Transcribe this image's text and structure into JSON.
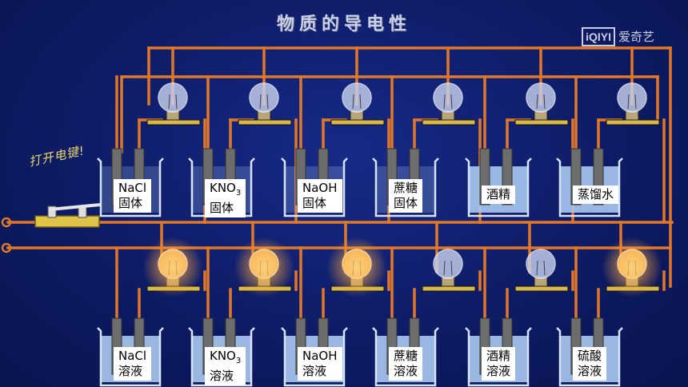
{
  "title": "物质的导电性",
  "logo": {
    "box_text": "iQIYI",
    "text": "爱奇艺"
  },
  "switch_label": "打开电键!",
  "top_row": [
    {
      "line1": "NaCl",
      "line2": "固体",
      "formula": false,
      "lit": false
    },
    {
      "line1": "KNO",
      "sub": "3",
      "line2": "固体",
      "formula": true,
      "lit": false
    },
    {
      "line1": "NaOH",
      "line2": "固体",
      "formula": false,
      "lit": false
    },
    {
      "line1": "蔗糖",
      "line2": "固体",
      "formula": false,
      "lit": false
    },
    {
      "line1": "酒精",
      "line2": "",
      "formula": false,
      "lit": false
    },
    {
      "line1": "蒸馏水",
      "line2": "",
      "formula": false,
      "lit": false
    }
  ],
  "bottom_row": [
    {
      "line1": "NaCl",
      "line2": "溶液",
      "formula": false,
      "lit": true
    },
    {
      "line1": "KNO",
      "sub": "3",
      "line2": "溶液",
      "formula": true,
      "lit": true
    },
    {
      "line1": "NaOH",
      "line2": "溶液",
      "formula": false,
      "lit": true
    },
    {
      "line1": "蔗糖",
      "line2": "溶液",
      "formula": false,
      "lit": false
    },
    {
      "line1": "酒精",
      "line2": "溶液",
      "formula": false,
      "lit": false
    },
    {
      "line1": "硫酸",
      "line2": "溶液",
      "formula": false,
      "lit": true
    }
  ],
  "colors": {
    "wire": "#e0782a",
    "background": "#0e1b66",
    "bulb_base": "#d8b84a",
    "liquid": "#a9c9f0",
    "electrode": "#6d6d6d"
  }
}
